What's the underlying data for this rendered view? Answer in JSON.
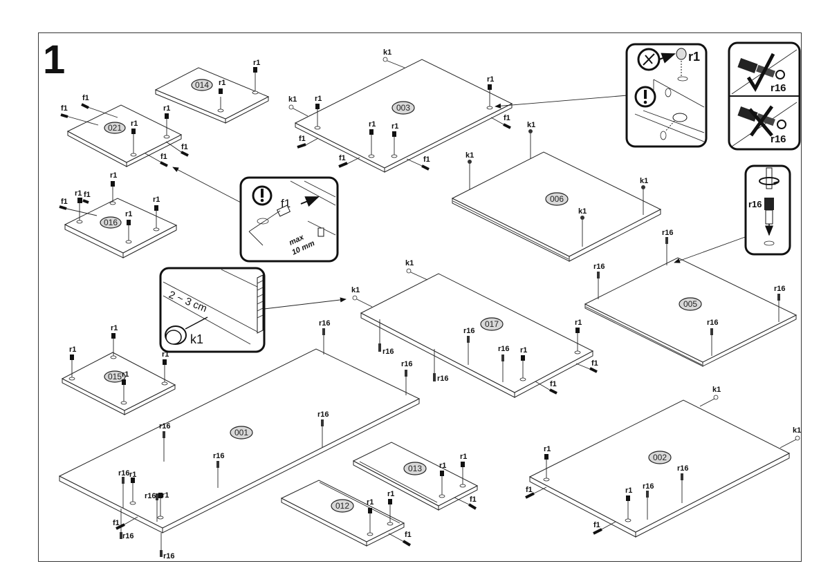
{
  "step_number": "1",
  "hardware": {
    "f1": "f1",
    "r1": "r1",
    "r16": "r16",
    "k1": "k1"
  },
  "parts": [
    {
      "id": "014"
    },
    {
      "id": "021"
    },
    {
      "id": "016"
    },
    {
      "id": "003"
    },
    {
      "id": "006"
    },
    {
      "id": "005"
    },
    {
      "id": "017"
    },
    {
      "id": "015"
    },
    {
      "id": "001"
    },
    {
      "id": "013"
    },
    {
      "id": "012"
    },
    {
      "id": "002"
    }
  ],
  "callouts": {
    "dowel_depth": {
      "fastener": "f1",
      "line1": "max",
      "line2": "10 mm",
      "warning_icon": "exclamation-icon"
    },
    "nail_depth": {
      "measure": "2 ~ 3 cm",
      "fastener": "k1"
    },
    "cam_lock": {
      "fastener": "r1",
      "warning_icon": "exclamation-icon"
    },
    "bolt_orientation": {
      "correct_label": "r16",
      "wrong_label": "r16"
    },
    "bolt_screwdriver": {
      "fastener": "r16"
    }
  }
}
